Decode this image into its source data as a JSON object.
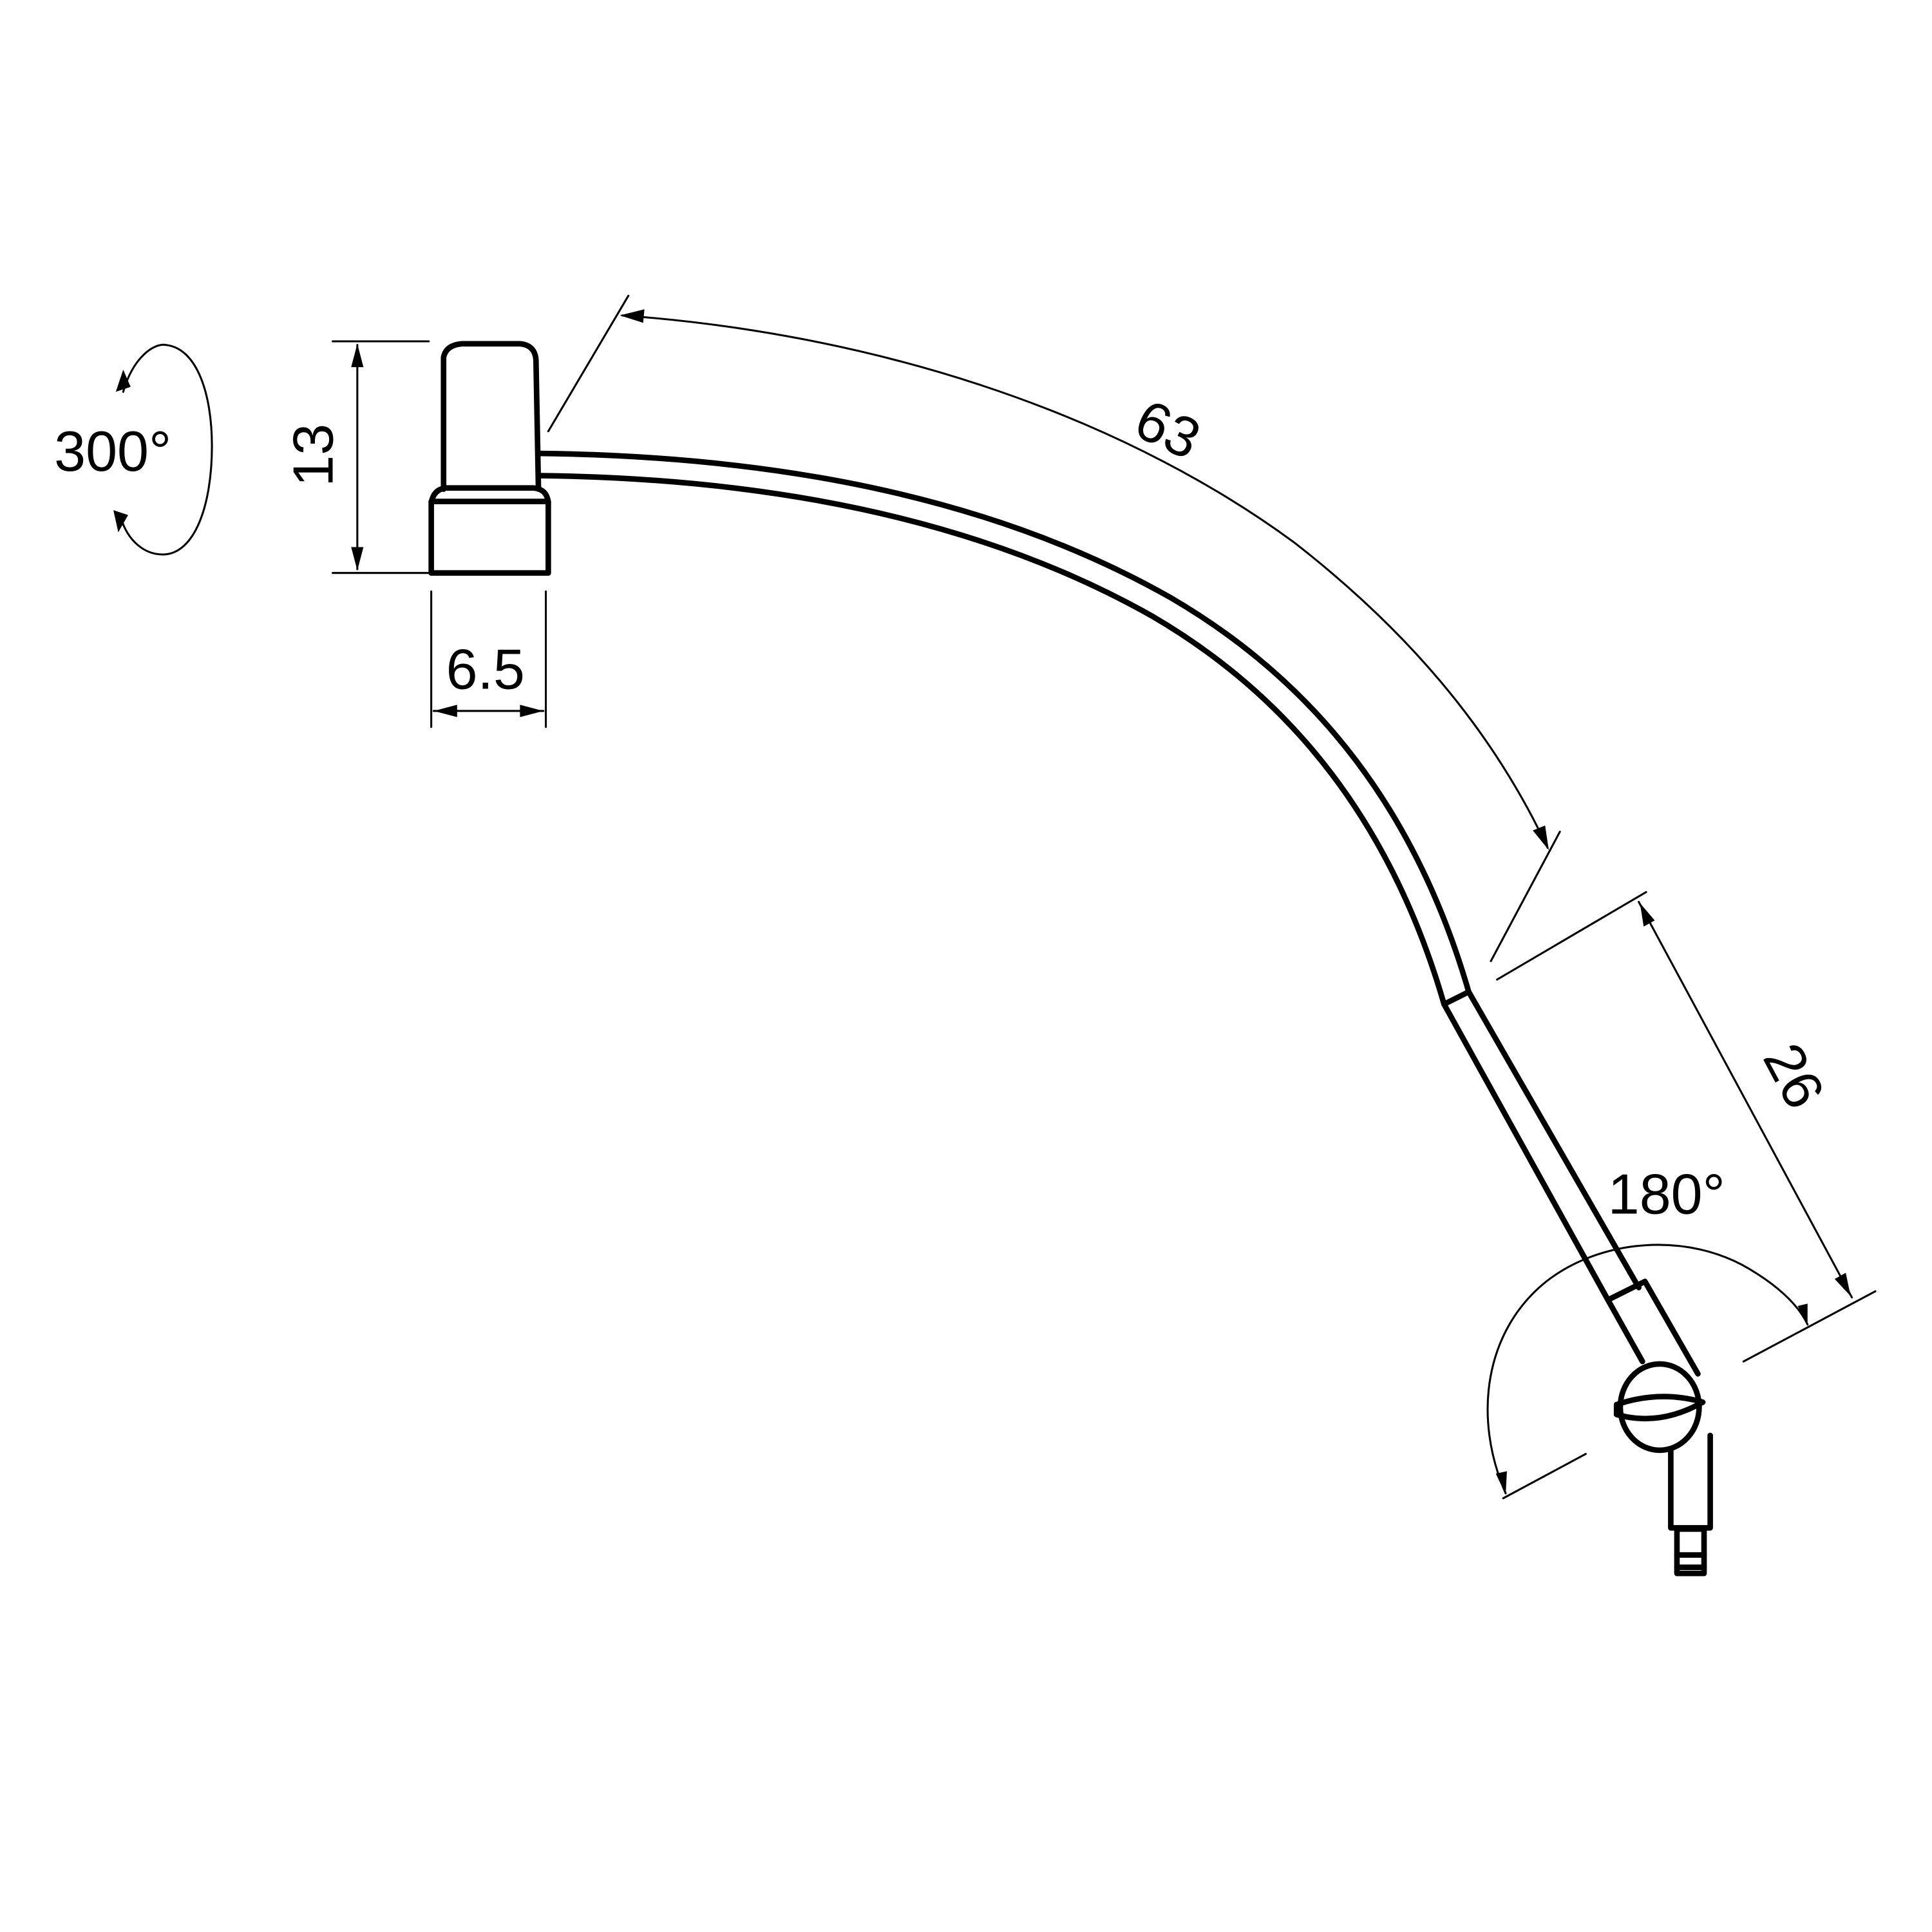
{
  "diagram": {
    "type": "technical-dimension-drawing",
    "subject": "flexible gooseneck arm lamp with base and swivel joint",
    "background": "#ffffff",
    "line_color": "#000000"
  },
  "dimensions": {
    "rotation_base": {
      "label": "300°",
      "value": 300,
      "unit": "deg"
    },
    "base_height": {
      "label": "13",
      "value": 13
    },
    "base_width": {
      "label": "6.5",
      "value": 6.5
    },
    "arm_arc_length": {
      "label": "63",
      "value": 63
    },
    "lower_segment_length": {
      "label": "26",
      "value": 26
    },
    "joint_rotation": {
      "label": "180°",
      "value": 180,
      "unit": "deg"
    }
  },
  "parts": [
    {
      "name": "base-cap"
    },
    {
      "name": "base-collar"
    },
    {
      "name": "curved-arm"
    },
    {
      "name": "lower-straight-arm"
    },
    {
      "name": "swivel-ball-joint"
    },
    {
      "name": "end-stem"
    },
    {
      "name": "connector-plug"
    }
  ]
}
